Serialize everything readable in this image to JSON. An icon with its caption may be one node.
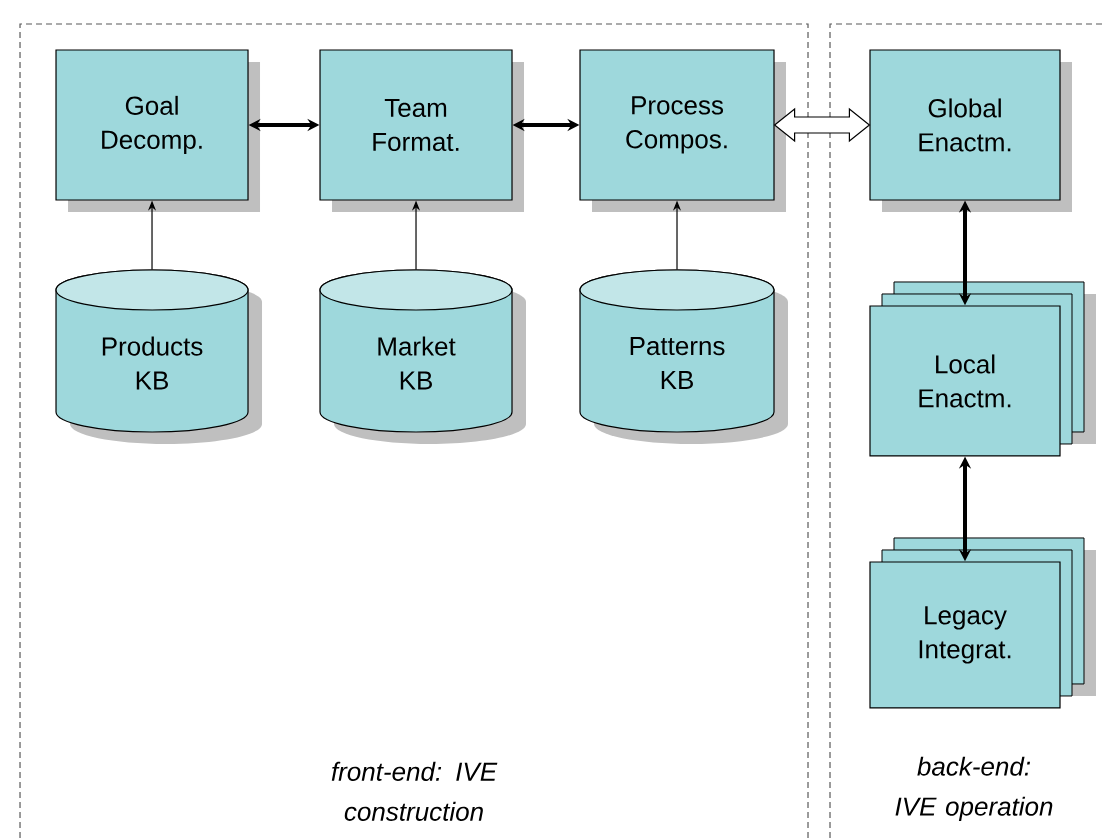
{
  "diagram": {
    "nodes": [
      {
        "text": [
          "front-end: IVE construction"
        ]
      },
      {
        "text": [
          "Goal Decomp."
        ],
        "in": 0
      },
      {
        "text": [
          "Team Format."
        ],
        "in": 0
      },
      {
        "text": [
          "Process Compos."
        ],
        "in": 0
      },
      {
        "text": [
          "Products KB"
        ],
        "in": 0
      },
      {
        "text": [
          "Market KB"
        ],
        "in": 0
      },
      {
        "text": [
          "Patterns KB"
        ],
        "in": 0
      },
      {
        "text": [
          "back-end: IVE operation"
        ]
      },
      {
        "text": [
          "Global Enactm."
        ],
        "in": 7
      },
      {
        "text": [
          "Local Enactm."
        ],
        "in": 7
      },
      {
        "text": [
          "Legacy Integrat."
        ],
        "in": 7
      }
    ],
    "edges": [
      {
        "from": 1,
        "to": 2,
        "arrow": "both"
      },
      {
        "from": 2,
        "to": 3,
        "arrow": "both"
      },
      {
        "from": 3,
        "to": 8,
        "arrow": "both"
      },
      {
        "from": 4,
        "to": 1,
        "arrow": "to"
      },
      {
        "from": 5,
        "to": 2,
        "arrow": "to"
      },
      {
        "from": 6,
        "to": 3,
        "arrow": "to"
      },
      {
        "from": 8,
        "to": 9,
        "arrow": "both"
      },
      {
        "from": 9,
        "to": 10,
        "arrow": "both"
      }
    ]
  }
}
